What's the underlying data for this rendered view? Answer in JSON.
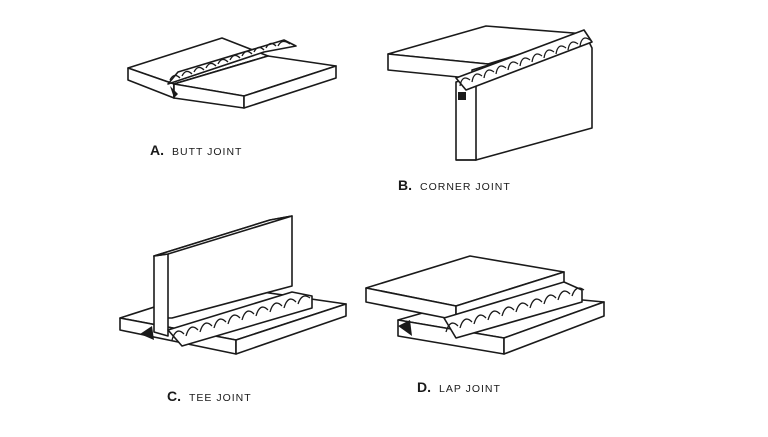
{
  "joints": [
    {
      "letter": "A.",
      "name": "BUTT JOINT"
    },
    {
      "letter": "B.",
      "name": "CORNER JOINT"
    },
    {
      "letter": "C.",
      "name": "TEE JOINT"
    },
    {
      "letter": "D.",
      "name": "LAP JOINT"
    }
  ],
  "colors": {
    "line": "#1a1a1a",
    "background": "#ffffff",
    "face": "#ffffff",
    "shade": "#dcdcdc"
  }
}
